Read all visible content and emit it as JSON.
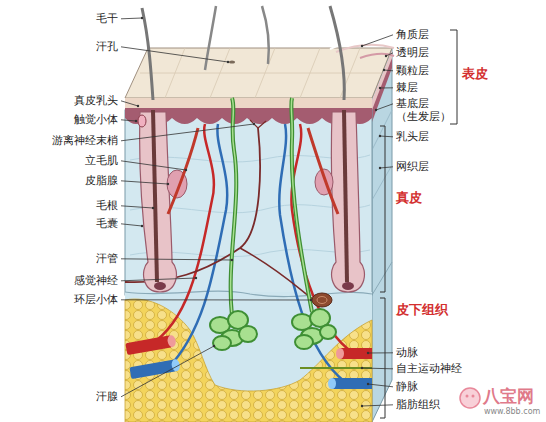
{
  "diagram": {
    "labels": [
      "毛干",
      "汗孔",
      "真皮乳头",
      "触觉小体",
      "游离神经末梢",
      "立毛肌",
      "皮脂腺",
      "毛根",
      "毛囊",
      "汗管",
      "感觉神经",
      "环层小体",
      "汗腺",
      "角质层",
      "透明层",
      "颗粒层",
      "棘层",
      "基底层 （生发层）",
      "表皮",
      "乳头层",
      "网织层",
      "真皮",
      "皮下组织",
      "动脉",
      "自主运动神经",
      "静脉",
      "脂肪组织",
      "八宝网",
      "www.8bb.com"
    ]
  }
}
